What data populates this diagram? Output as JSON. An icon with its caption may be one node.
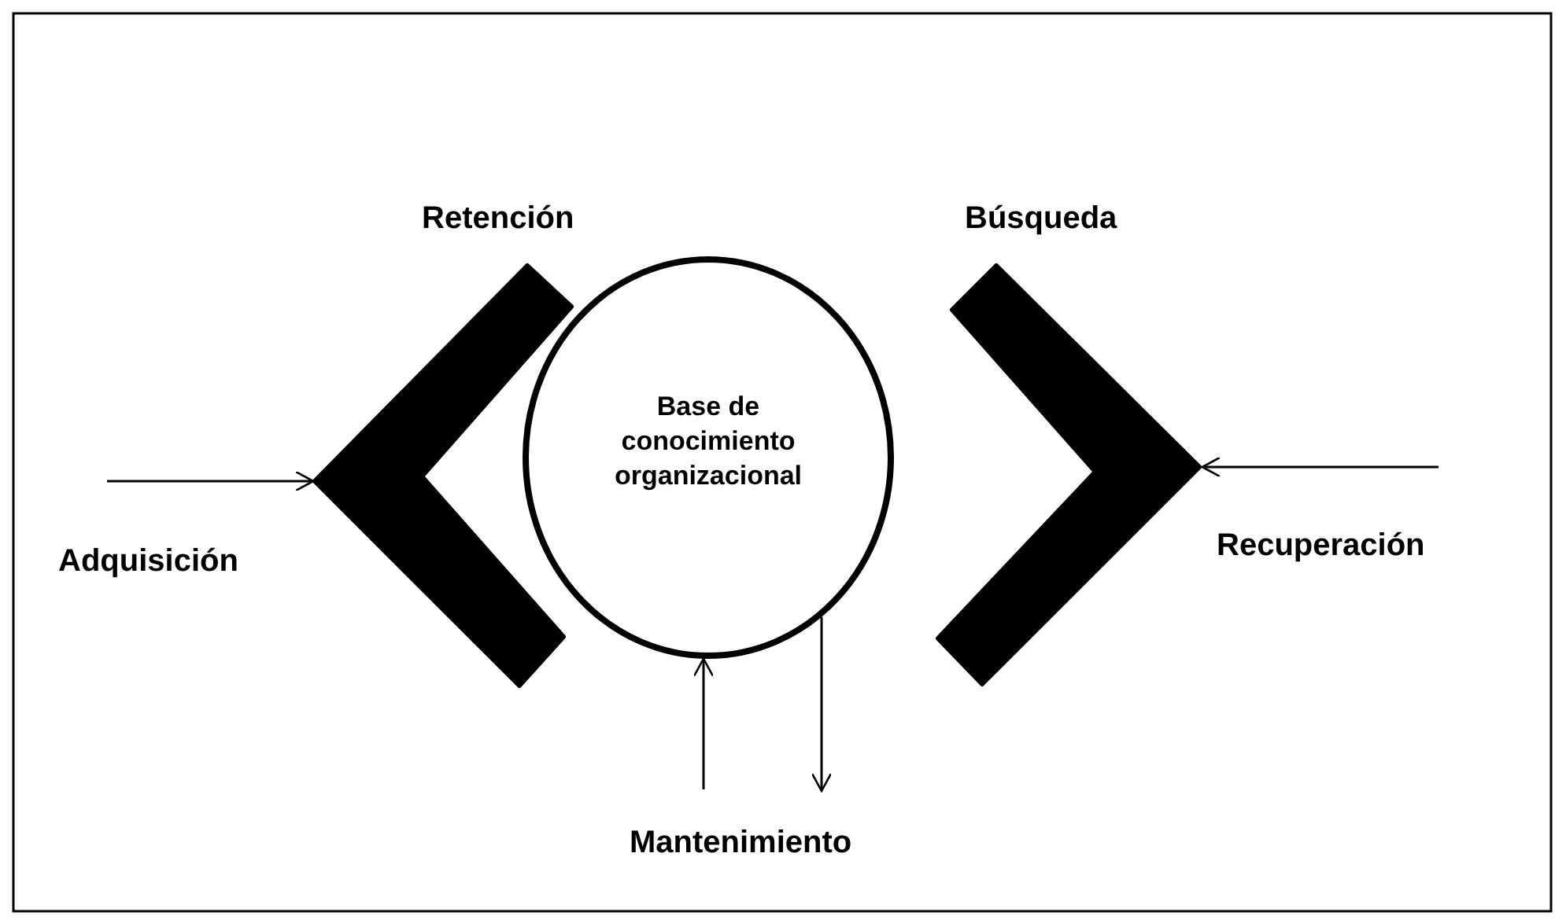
{
  "diagram": {
    "nodes": [
      {
        "text": [
          "Retención"
        ]
      },
      {
        "text": [
          "Base de conocimiento organizacional"
        ]
      },
      {
        "text": [
          "Búsqueda"
        ]
      }
    ],
    "edges": [
      {
        "from": null,
        "to": 0,
        "arrow": "to"
      },
      {
        "from": null,
        "to": 2,
        "arrow": "to"
      },
      {
        "from": null,
        "to": 1,
        "arrow": "to"
      },
      {
        "from": 1,
        "to": null,
        "arrow": "to"
      }
    ],
    "labels": [
      "Adquisición",
      "Recuperación",
      "Mantenimiento"
    ]
  }
}
